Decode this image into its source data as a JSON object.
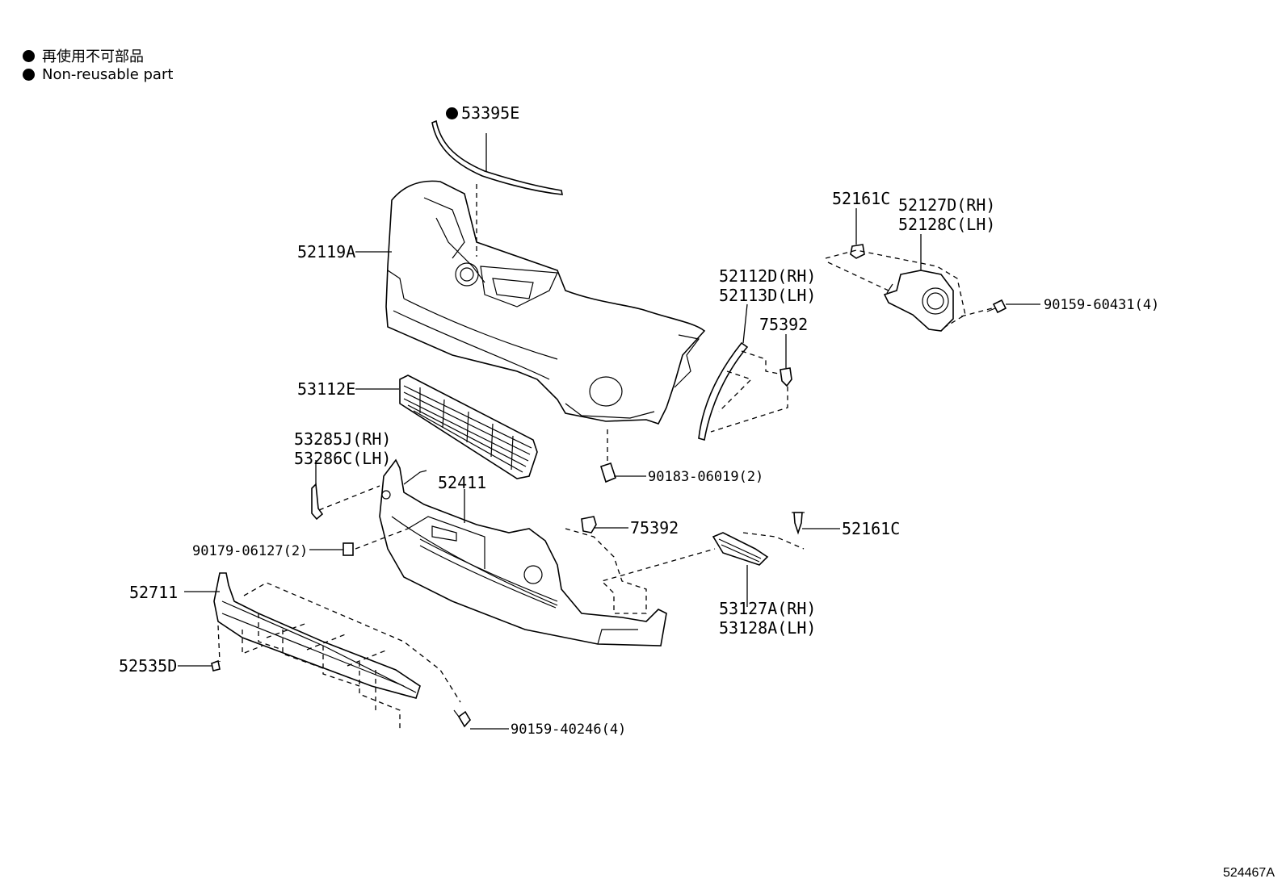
{
  "legend": {
    "jp": "再使用不可部品",
    "en": "Non-reusable part"
  },
  "labels": {
    "p53395E": "53395E",
    "p52119A": "52119A",
    "p53112E": "53112E",
    "p53285J": "53285J(RH)",
    "p53286C": "53286C(LH)",
    "p52411": "52411",
    "p90179": "90179-06127(2)",
    "p52711": "52711",
    "p52535D": "52535D",
    "p90159_40246": "90159-40246(4)",
    "p90183": "90183-06019(2)",
    "p75392_lower": "75392",
    "p52161C_lower": "52161C",
    "p53127A": "53127A(RH)",
    "p53128A": "53128A(LH)",
    "p52112D": "52112D(RH)",
    "p52113D": "52113D(LH)",
    "p75392_upper": "75392",
    "p52161C_upper": "52161C",
    "p52127D": "52127D(RH)",
    "p52128C": "52128C(LH)",
    "p90159_60431": "90159-60431(4)"
  },
  "figure_id": "524467A"
}
